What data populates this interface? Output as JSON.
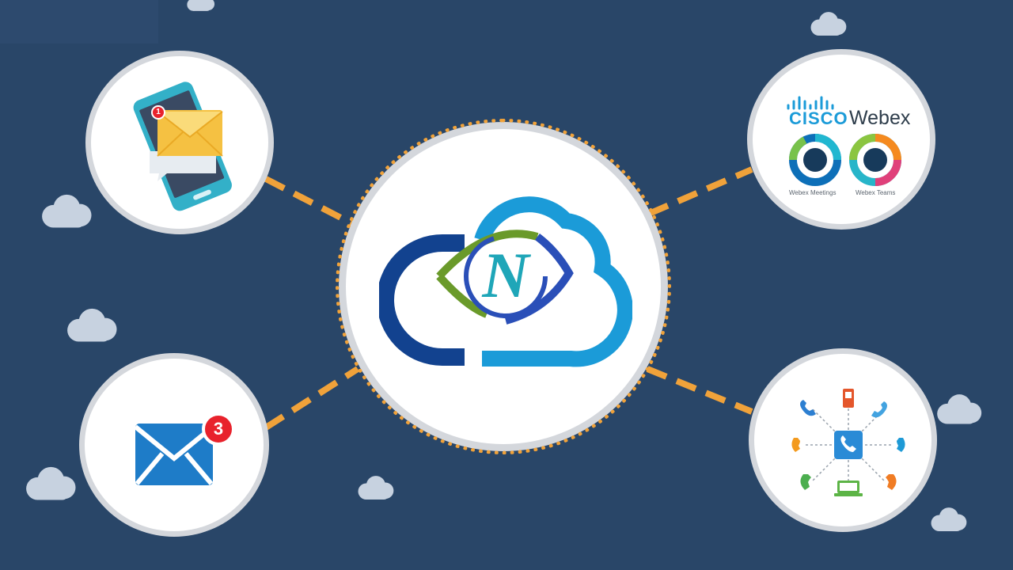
{
  "connections": [
    "mobile-email",
    "cisco-webex",
    "voicemail",
    "phone-network"
  ],
  "nodes": {
    "mobile_email": {
      "badge": "1"
    },
    "voicemail": {
      "badge": "3"
    },
    "cisco_webex": {
      "brand": "CISCO",
      "product": "Webex",
      "apps": [
        {
          "label": "Webex Meetings"
        },
        {
          "label": "Webex Teams"
        }
      ]
    },
    "phone_network": {
      "center_icon": "phone-handset-icon",
      "devices": [
        "mobile-phone-icon",
        "phone-icon",
        "phone-icon",
        "phone-icon",
        "laptop-icon",
        "phone-icon",
        "phone-icon",
        "phone-icon"
      ]
    }
  },
  "hub": {
    "logo": "cloud-eye-n-logo",
    "letter": "N"
  },
  "colors": {
    "background": "#294668",
    "connector": "#f0a23a",
    "node_ring": "#d4d7dc",
    "badge": "#e8222c",
    "cisco_blue": "#1b9bd8",
    "cloud_light": "#1b9bd8",
    "cloud_dark": "#12428f",
    "eye_green": "#6a9a2a"
  }
}
